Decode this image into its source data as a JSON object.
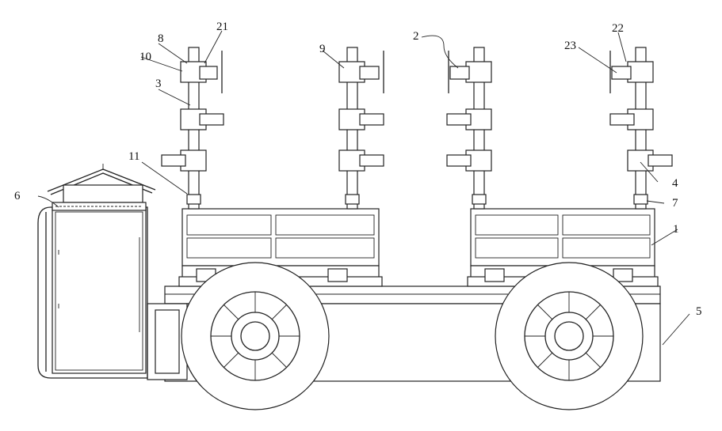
{
  "figure": {
    "type": "patent-line-drawing",
    "subject": "vehicle with vertical clamp posts",
    "line_color": "#222222",
    "background": "#ffffff"
  },
  "callouts": {
    "c1": "1",
    "c2": "2",
    "c3": "3",
    "c4": "4",
    "c5": "5",
    "c6": "6",
    "c7": "7",
    "c8": "8",
    "c9": "9",
    "c10": "10",
    "c11": "11",
    "c21": "21",
    "c22": "22",
    "c23": "23"
  }
}
